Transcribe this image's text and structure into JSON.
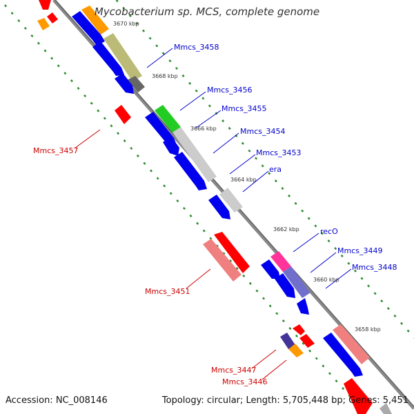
{
  "title": "Mycobacterium sp. MCS, complete genome",
  "footer": {
    "accession": "Accession: NC_008146",
    "summary": "Topology: circular; Length: 5,705,448 bp; Genes: 5,451"
  },
  "colors": {
    "backbone": "#888888",
    "tick": "#2e8b2e",
    "forward_label": "#0000cc",
    "reverse_label": "#cc0000",
    "kbp_label": "#333333"
  },
  "kbp_marks": [
    {
      "text": "3670 kbp"
    },
    {
      "text": "3668 kbp"
    },
    {
      "text": "3666 kbp"
    },
    {
      "text": "3664 kbp"
    },
    {
      "text": "3662 kbp"
    },
    {
      "text": "3660 kbp"
    },
    {
      "text": "3658 kbp"
    }
  ],
  "gene_labels": [
    {
      "text": "Mmcs_3458",
      "strand": "forward"
    },
    {
      "text": "Mmcs_3456",
      "strand": "forward"
    },
    {
      "text": "Mmcs_3455",
      "strand": "forward"
    },
    {
      "text": "Mmcs_3454",
      "strand": "forward"
    },
    {
      "text": "Mmcs_3453",
      "strand": "forward"
    },
    {
      "text": "era",
      "strand": "forward"
    },
    {
      "text": "recO",
      "strand": "forward"
    },
    {
      "text": "Mmcs_3449",
      "strand": "forward"
    },
    {
      "text": "Mmcs_3448",
      "strand": "forward"
    },
    {
      "text": "Mmcs_3457",
      "strand": "reverse"
    },
    {
      "text": "Mmcs_3451",
      "strand": "reverse"
    },
    {
      "text": "Mmcs_3447",
      "strand": "reverse"
    },
    {
      "text": "Mmcs_3446",
      "strand": "reverse"
    }
  ]
}
